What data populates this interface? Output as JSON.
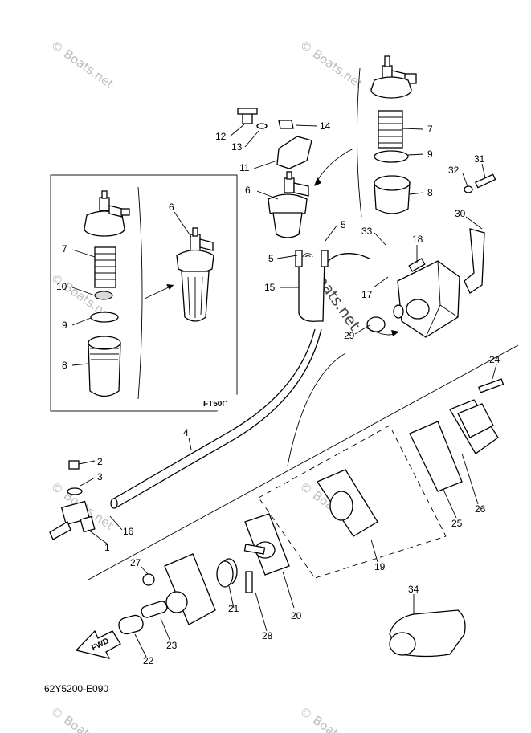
{
  "inset": {
    "title": "FT50C"
  },
  "drawing_code": "62Y5200-E090",
  "fwd_label": "FWD",
  "watermark": "© Boats.net",
  "labels": [
    {
      "id": "l1",
      "text": "1"
    },
    {
      "id": "l2",
      "text": "2"
    },
    {
      "id": "l3",
      "text": "3"
    },
    {
      "id": "l4",
      "text": "4"
    },
    {
      "id": "l5a",
      "text": "5"
    },
    {
      "id": "l5b",
      "text": "5"
    },
    {
      "id": "l6a",
      "text": "6"
    },
    {
      "id": "l6b",
      "text": "6"
    },
    {
      "id": "l7a",
      "text": "7"
    },
    {
      "id": "l7b",
      "text": "7"
    },
    {
      "id": "l8a",
      "text": "8"
    },
    {
      "id": "l8b",
      "text": "8"
    },
    {
      "id": "l9a",
      "text": "9"
    },
    {
      "id": "l9b",
      "text": "9"
    },
    {
      "id": "l10",
      "text": "10"
    },
    {
      "id": "l11",
      "text": "11"
    },
    {
      "id": "l12",
      "text": "12"
    },
    {
      "id": "l13",
      "text": "13"
    },
    {
      "id": "l14",
      "text": "14"
    },
    {
      "id": "l15",
      "text": "15"
    },
    {
      "id": "l16",
      "text": "16"
    },
    {
      "id": "l17",
      "text": "17"
    },
    {
      "id": "l18",
      "text": "18"
    },
    {
      "id": "l19",
      "text": "19"
    },
    {
      "id": "l20",
      "text": "20"
    },
    {
      "id": "l21",
      "text": "21"
    },
    {
      "id": "l22",
      "text": "22"
    },
    {
      "id": "l23",
      "text": "23"
    },
    {
      "id": "l24",
      "text": "24"
    },
    {
      "id": "l25",
      "text": "25"
    },
    {
      "id": "l26",
      "text": "26"
    },
    {
      "id": "l27",
      "text": "27"
    },
    {
      "id": "l28",
      "text": "28"
    },
    {
      "id": "l29",
      "text": "29"
    },
    {
      "id": "l30",
      "text": "30"
    },
    {
      "id": "l31",
      "text": "31"
    },
    {
      "id": "l32",
      "text": "32"
    },
    {
      "id": "l33",
      "text": "33"
    },
    {
      "id": "l34",
      "text": "34"
    }
  ]
}
